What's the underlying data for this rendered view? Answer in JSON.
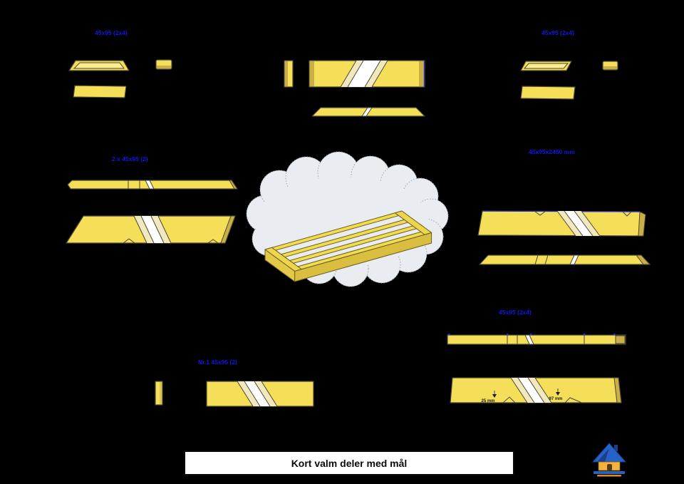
{
  "page": {
    "title": "Kort valm deler med mål"
  },
  "labels": {
    "top_left": "45x95 (2x4)",
    "top_right": "45x95 (2x4)",
    "mid_left": "2 x 45x95 (2)",
    "mid_right": "45x95x2450 mm",
    "lower_right": "45x95 (2x4)",
    "bottom_center": "Nr.1 45x95 (2)"
  },
  "annotations": {
    "notch_left": "25 mm",
    "notch_right": "97 mm"
  },
  "colors": {
    "yellow": "#F6DF58",
    "yellow-light": "#FBEC8E",
    "gold": "#C9AF46",
    "outline": "#4a4636",
    "label-blue": "#1414E8",
    "cloud": "#E9EDF1",
    "cream": "#F2E8BE",
    "edge-blue": "#2233CC"
  }
}
